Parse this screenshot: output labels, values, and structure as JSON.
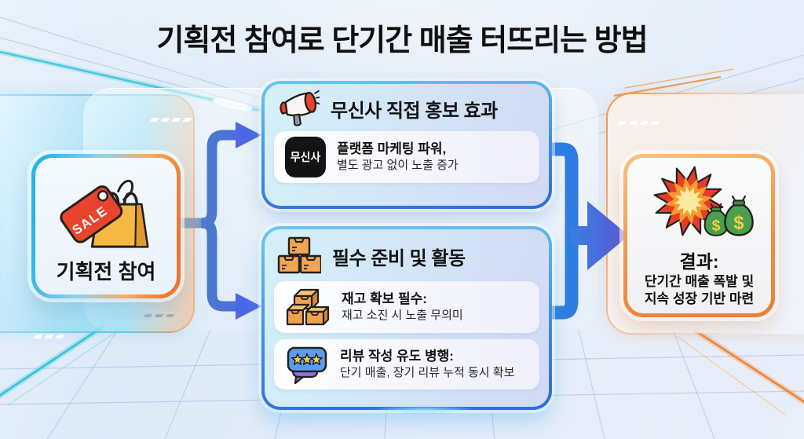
{
  "title": "기획전 참여로 단기간 매출 터뜨리는 방법",
  "left_card": {
    "icon": "sale-tag-shopping-bag",
    "tag_text": "SALE",
    "label": "기획전 참여"
  },
  "promo_card": {
    "icon": "megaphone",
    "title": "무신사 직접 홍보 효과",
    "item": {
      "badge": "무신사",
      "line1": "플랫폼 마케팅 파워,",
      "line2": "별도 광고 없이 노출 증가"
    }
  },
  "prep_card": {
    "icon": "stacked-boxes",
    "title": "필수 준비 및 활동",
    "items": [
      {
        "icon": "inventory-boxes",
        "line1": "재고 확보 필수:",
        "line2": "재고 소진 시 노출 무의미"
      },
      {
        "icon": "review-speech-bubble",
        "line1": "리뷰 작성 유도 병행:",
        "line2": "단기 매출, 장기 리뷰 누적 동시 확보"
      }
    ]
  },
  "result_card": {
    "icon": "explosion-money-bags",
    "title": "결과:",
    "line1": "단기간 매출 폭발 및",
    "line2": "지속 성장 기반 마련",
    "money_symbol": "$"
  },
  "colors": {
    "background": "#e2ecf7",
    "title_text": "#101010",
    "cyan_accent": "#2bb5e9",
    "orange_accent": "#ee7a2f",
    "blue_card_border": "#2f6fdd",
    "arrow_steel": "#4b7ccb",
    "arrow_blue": "#3e7de2",
    "arrow_indigo": "#5a5ad8",
    "badge_bg": "#141414",
    "tag_red": "#e8432c",
    "bag_yellow": "#f2b33d",
    "box_orange": "#f0a050",
    "review_blue": "#5b9cf2",
    "review_purple": "#8f6fe8",
    "money_green": "#4aa050",
    "star_yellow": "#f7cf4a"
  }
}
